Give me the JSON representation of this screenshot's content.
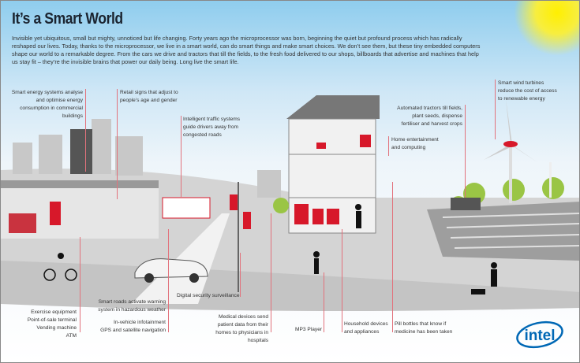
{
  "title": "It’s a Smart World",
  "intro": "Invisible yet ubiquitous, small but mighty, unnoticed but life changing. Forty years ago the microprocessor was born, beginning the quiet but profound process which has radically reshaped our lives. Today, thanks to the microprocessor, we live in a smart world, can do smart things and make smart choices. We don’t see them, but these tiny embedded computers shape our world to a remarkable degree. From the cars we drive and tractors that till the fields, to the fresh food delivered to our shops, billboards that advertise and machines that help us stay fit – they’re the invisible brains that power our daily being. Long live the smart life.",
  "annotations": {
    "energy": "Smart energy systems analyse and optimise energy consumption in commercial buildings",
    "retail": "Retail signs that adjust to people’s age and gender",
    "traffic": "Intelligent traffic systems guide drivers away from congested roads",
    "tractors": "Automated tractors till fields, plant seeds, dispense fertiliser and harvest crops",
    "home": "Home entertainment and computing",
    "wind": "Smart wind turbines reduce the cost of access to renewable energy",
    "exercise": [
      "Exercise equipment",
      "Point-of-sale terminal",
      "Vending machine",
      "ATM"
    ],
    "roads": "Smart roads activate warning system in hazardous weather",
    "vehicle": [
      "In-vehicle infotainment",
      "GPS and satellite navigation"
    ],
    "security": "Digital security surveillance",
    "medical": "Medical devices send patient data from their homes to physicians in hospitals",
    "mp3": "MP3 Player",
    "household": "Household devices and appliances",
    "pills": "Pill bottles that know if medicine has been taken"
  },
  "logo": "intel",
  "colors": {
    "accent": "#d7182a",
    "brand": "#0068b5"
  }
}
